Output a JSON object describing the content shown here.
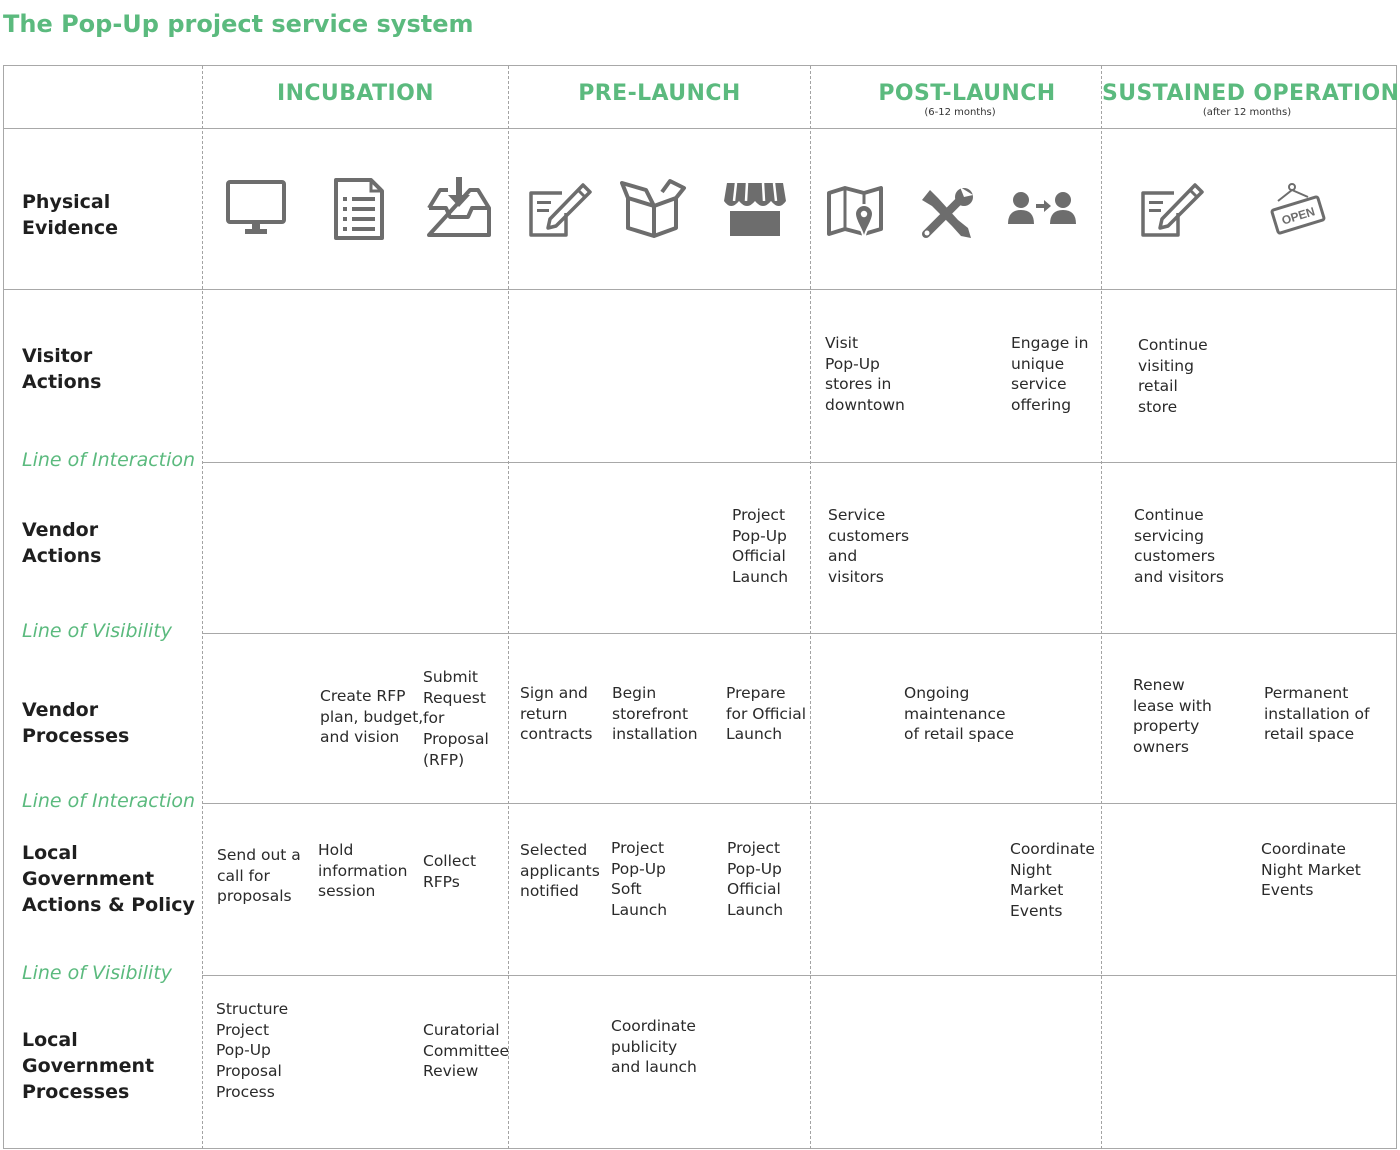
{
  "title": "The Pop-Up project service system",
  "phases": [
    {
      "name": "INCUBATION",
      "sub": ""
    },
    {
      "name": "PRE-LAUNCH",
      "sub": ""
    },
    {
      "name": "POST-LAUNCH",
      "sub": "(6-12 months)"
    },
    {
      "name": "SUSTAINED OPERATION",
      "sub": "(after 12 months)"
    }
  ],
  "rows": {
    "physical_evidence": "Physical\nEvidence",
    "visitor_actions": "Visitor\nActions",
    "vendor_actions": "Vendor\nActions",
    "vendor_processes": "Vendor\nProcesses",
    "gov_actions": "Local\nGovernment\nActions & Policy",
    "gov_processes": "Local\nGovernment\nProcesses"
  },
  "lines": {
    "interaction_1": "Line of Interaction",
    "visibility_1": "Line of Visibility",
    "interaction_2": "Line of Interaction",
    "visibility_2": "Line of Visibility"
  },
  "icons": {
    "open_sign_text": "OPEN",
    "list": [
      "monitor-icon",
      "document-list-icon",
      "inbox-download-icon",
      "edit-document-icon",
      "open-box-icon",
      "storefront-icon",
      "map-pin-icon",
      "tools-icon",
      "people-exchange-icon",
      "edit-document-icon",
      "open-sign-icon"
    ],
    "color": "#6d6d6d"
  },
  "cells": {
    "visitor": {
      "visit_stores": "Visit\nPop-Up\nstores in\ndowntown",
      "engage": "Engage in\nunique\nservice\noffering",
      "continue_visiting": "Continue\nvisiting\nretail\nstore"
    },
    "vendor_actions": {
      "official_launch": "Project\nPop-Up\nOfficial\nLaunch",
      "service_customers": "Service\ncustomers\nand\nvisitors",
      "continue_servicing": "Continue\nservicing\ncustomers\nand visitors"
    },
    "vendor_processes": {
      "create_rfp": "Create RFP\nplan, budget,\nand vision",
      "submit_rfp": "Submit\nRequest\nfor\nProposal\n(RFP)",
      "sign_contracts": "Sign and\nreturn\ncontracts",
      "begin_install": "Begin\nstorefront\ninstallation",
      "prepare_launch": "Prepare\nfor Official\nLaunch",
      "ongoing_maintenance": "Ongoing\nmaintenance\nof retail space",
      "renew_lease": "Renew\nlease with\nproperty\nowners",
      "permanent_install": "Permanent\ninstallation of\nretail space"
    },
    "gov_actions": {
      "call_for_proposals": "Send out a\ncall for\nproposals",
      "info_session": "Hold\ninformation\nsession",
      "collect_rfps": "Collect\nRFPs",
      "applicants_notified": "Selected\napplicants\nnotified",
      "soft_launch": "Project\nPop-Up\nSoft\nLaunch",
      "official_launch": "Project\nPop-Up\nOfficial\nLaunch",
      "night_market_1": "Coordinate\nNight\nMarket\nEvents",
      "night_market_2": "Coordinate\nNight Market\nEvents"
    },
    "gov_processes": {
      "structure_process": "Structure\nProject\nPop-Up\nProposal\nProcess",
      "committee_review": "Curatorial\nCommittee\nReview",
      "coordinate_publicity": "Coordinate\npublicity\nand launch"
    }
  }
}
